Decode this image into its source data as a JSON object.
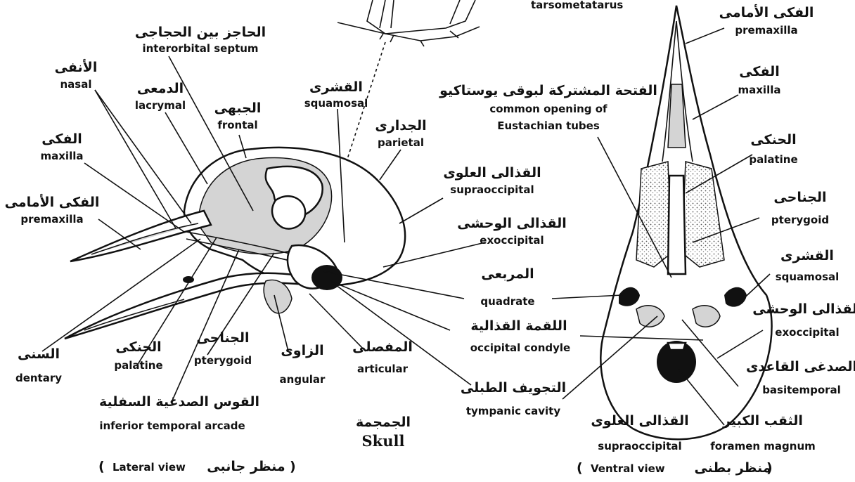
{
  "labels": {
    "tarsometatarus": {
      "en": "tarsometatarus"
    },
    "interorbital": {
      "ar": "الحاجز بين الحجاجى",
      "en": "interorbital septum"
    },
    "nasal": {
      "ar": "الأنفى",
      "en": "nasal"
    },
    "lacrymal": {
      "ar": "الدمعى",
      "en": "lacrymal"
    },
    "frontal": {
      "ar": "الجبهى",
      "en": "frontal"
    },
    "squamosal_l": {
      "ar": "القشرى",
      "en": "squamosal"
    },
    "parietal": {
      "ar": "الجدارى",
      "en": "parietal"
    },
    "maxilla_l": {
      "ar": "الفكى",
      "en": "maxilla"
    },
    "premaxilla_l": {
      "ar": "الفكى الأمامى",
      "en": "premaxilla"
    },
    "supraoccipital_l": {
      "ar": "القذالى العلوى",
      "en": "supraoccipital"
    },
    "exoccipital_l": {
      "ar": "القذالى الوحشى",
      "en": "exoccipital"
    },
    "quadrate": {
      "ar": "المربعى",
      "en": "quadrate"
    },
    "condyle": {
      "ar": "اللقمة القذالية",
      "en": "occipital condyle"
    },
    "dentary": {
      "ar": "السنى",
      "en": "dentary"
    },
    "palatine_l": {
      "ar": "الحنكى",
      "en": "palatine"
    },
    "pterygoid_l": {
      "ar": "الجناحى",
      "en": "pterygoid"
    },
    "angular": {
      "ar": "الزاوى",
      "en": "angular"
    },
    "articular": {
      "ar": "المفصلى",
      "en": "articular"
    },
    "tympanic": {
      "ar": "التجويف الطبلى",
      "en": "tympanic cavity"
    },
    "arcade": {
      "ar": "القوس الصدغية السفلية",
      "en": "inferior temporal arcade"
    },
    "skull": {
      "ar": "الجمجمة",
      "en": "Skull"
    },
    "premaxilla_r": {
      "ar": "الفكى الأمامى",
      "en": "premaxilla"
    },
    "maxilla_r": {
      "ar": "الفكى",
      "en": "maxilla"
    },
    "eustachian": {
      "ar": "الفتحة المشتركة لبوقى يوستاكيو",
      "en1": "common opening of",
      "en2": "Eustachian tubes"
    },
    "palatine_r": {
      "ar": "الحنكى",
      "en": "palatine"
    },
    "pterygoid_r": {
      "ar": "الجناحى",
      "en": "pterygoid"
    },
    "squamosal_r": {
      "ar": "القشرى",
      "en": "squamosal"
    },
    "exoccipital_r": {
      "ar": "القذالى الوحشى",
      "en": "exoccipital"
    },
    "basitemporal": {
      "ar": "الصدغى القاعدى",
      "en": "basitemporal"
    },
    "supraoccipital_r": {
      "ar": "القذالى العلوى",
      "en": "supraoccipital"
    },
    "foramen": {
      "ar": "الثقب الكبير",
      "en": "foramen magnum"
    }
  },
  "views": {
    "lateral": {
      "open": "(",
      "en": "Lateral view",
      "ar": "منظر جانبى",
      "close": ")"
    },
    "ventral": {
      "open": "(",
      "en": "Ventral view",
      "ar": "منظر بطنى",
      "close": ")"
    }
  }
}
